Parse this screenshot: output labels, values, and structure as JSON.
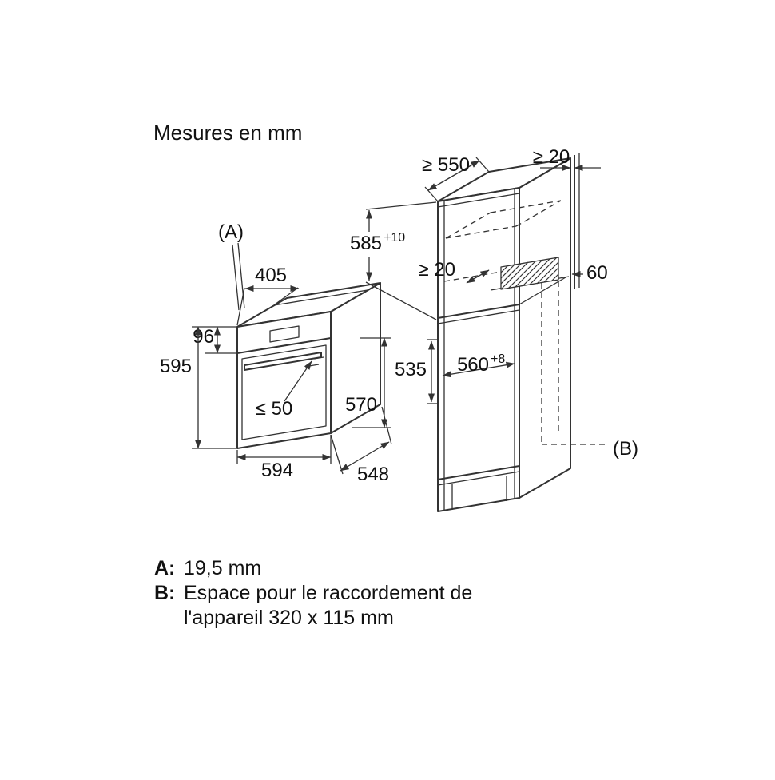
{
  "title": "Mesures en mm",
  "colors": {
    "line": "#333333",
    "text": "#111111",
    "background": "#ffffff"
  },
  "dims": {
    "label_A": "(A)",
    "d405": "405",
    "d96": "96",
    "d595": "595",
    "le50": "≤ 50",
    "d570": "570",
    "d594": "594",
    "d548": "548",
    "d535": "535",
    "ge550": "≥ 550",
    "ge20_top": "≥ 20",
    "ge20_mid": "≥ 20",
    "d585": "585",
    "d585_tol": "+10",
    "d560": "560",
    "d560_tol": "+8",
    "d60": "60",
    "label_B": "(B)"
  },
  "legend": {
    "a_key": "A:",
    "a_value": "19,5 mm",
    "b_key": "B:",
    "b_text": "Espace pour le raccordement de",
    "b_text2": "l'appareil 320 x 115 mm"
  }
}
